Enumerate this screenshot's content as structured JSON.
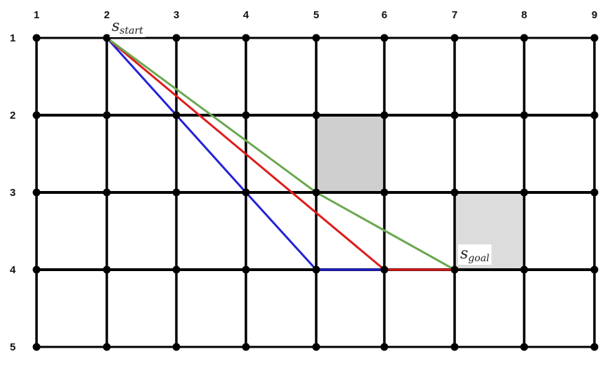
{
  "grid": {
    "columns": [
      "1",
      "2",
      "3",
      "4",
      "5",
      "6",
      "7",
      "8",
      "9"
    ],
    "rows": [
      "1",
      "2",
      "3",
      "4",
      "5"
    ]
  },
  "blocked_cells": [
    {
      "col": 5,
      "row": 2,
      "color": "#cfcfcf"
    },
    {
      "col": 7,
      "row": 3,
      "color": "#dcdcdc"
    }
  ],
  "start": {
    "col": 2,
    "row": 1,
    "symbol": "s",
    "subscript": "start"
  },
  "goal": {
    "col": 7,
    "row": 4,
    "symbol": "s",
    "subscript": "goal"
  },
  "paths": [
    {
      "color": "#2323d8",
      "points": [
        [
          2,
          1
        ],
        [
          3,
          2
        ],
        [
          4,
          3
        ],
        [
          5,
          4
        ],
        [
          7,
          4
        ]
      ]
    },
    {
      "color": "#e01b1b",
      "points": [
        [
          2,
          1
        ],
        [
          6,
          4
        ],
        [
          7,
          4
        ]
      ]
    },
    {
      "color": "#6aa84f",
      "points": [
        [
          2,
          1
        ],
        [
          5,
          3
        ],
        [
          7,
          4
        ]
      ]
    }
  ],
  "colors": {
    "grid_line": "#000000",
    "node": "#000000",
    "label_background": "#ffffff"
  }
}
